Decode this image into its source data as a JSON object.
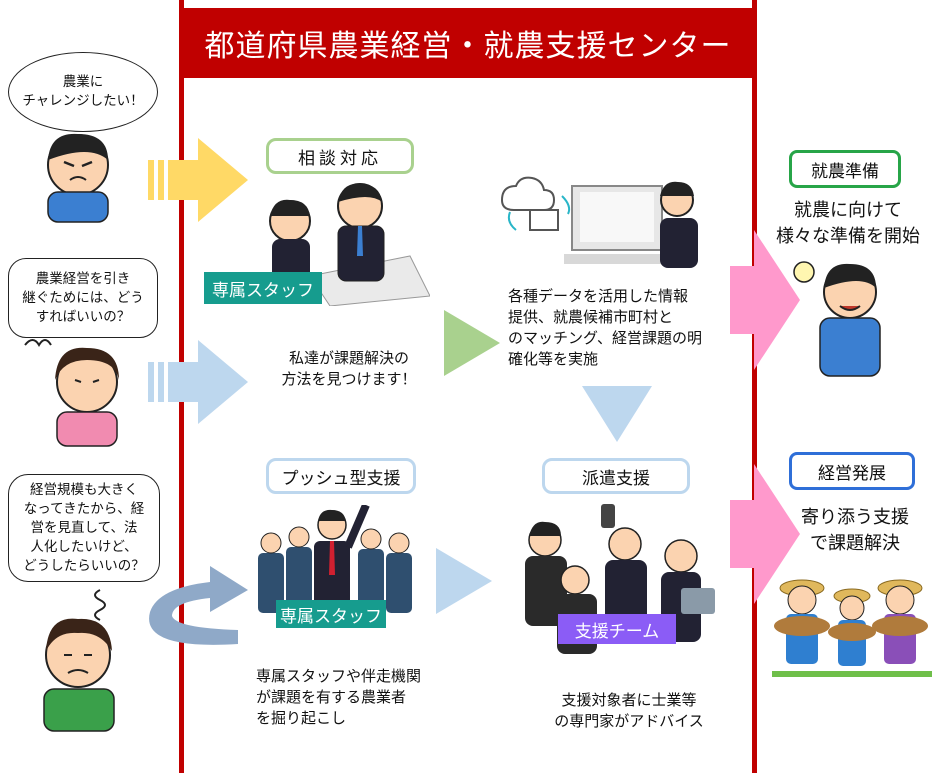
{
  "title": "都道府県農業経営・就農支援センター",
  "left": {
    "bubble1": [
      "農業に",
      "チャレンジしたい！"
    ],
    "bubble2": [
      "農業経営を引き",
      "継ぐためには、どう",
      "すればいいの？"
    ],
    "bubble3": [
      "経営規模も大きく",
      "なってきたから、経",
      "営を見直して、法",
      "人化したいけど、",
      "どうしたらいいの？"
    ]
  },
  "consult": {
    "heading": "相談対応",
    "tag": "専属スタッフ",
    "caption": [
      "私達が課題解決の",
      "方法を見つけます！"
    ]
  },
  "data_section": {
    "caption": [
      "各種データを活用した情報",
      "提供、就農候補市町村と",
      "のマッチング、経営課題の明",
      "確化等を実施"
    ]
  },
  "push": {
    "heading": "プッシュ型支援",
    "tag": "専属スタッフ",
    "caption": [
      "専属スタッフや伴走機関",
      "が課題を有する農業者",
      "を掘り起こし"
    ]
  },
  "dispatch": {
    "heading": "派遣支援",
    "tag": "支援チーム",
    "caption": [
      "支援対象者に士業等",
      "の専門家がアドバイス"
    ]
  },
  "right": {
    "prep_heading": "就農準備",
    "prep_caption": [
      "就農に向けて",
      "様々な準備を開始"
    ],
    "dev_heading": "経営発展",
    "dev_caption": [
      "寄り添う支援",
      "で課題解決"
    ]
  },
  "colors": {
    "red": "#c00000",
    "yellow_arrow": "#ffd966",
    "blue_arrow": "#bdd7ee",
    "green_arrow": "#a9d18e",
    "pink_arrow": "#ff99cc",
    "teal": "#169c8e",
    "purple": "#8b5cf6"
  }
}
